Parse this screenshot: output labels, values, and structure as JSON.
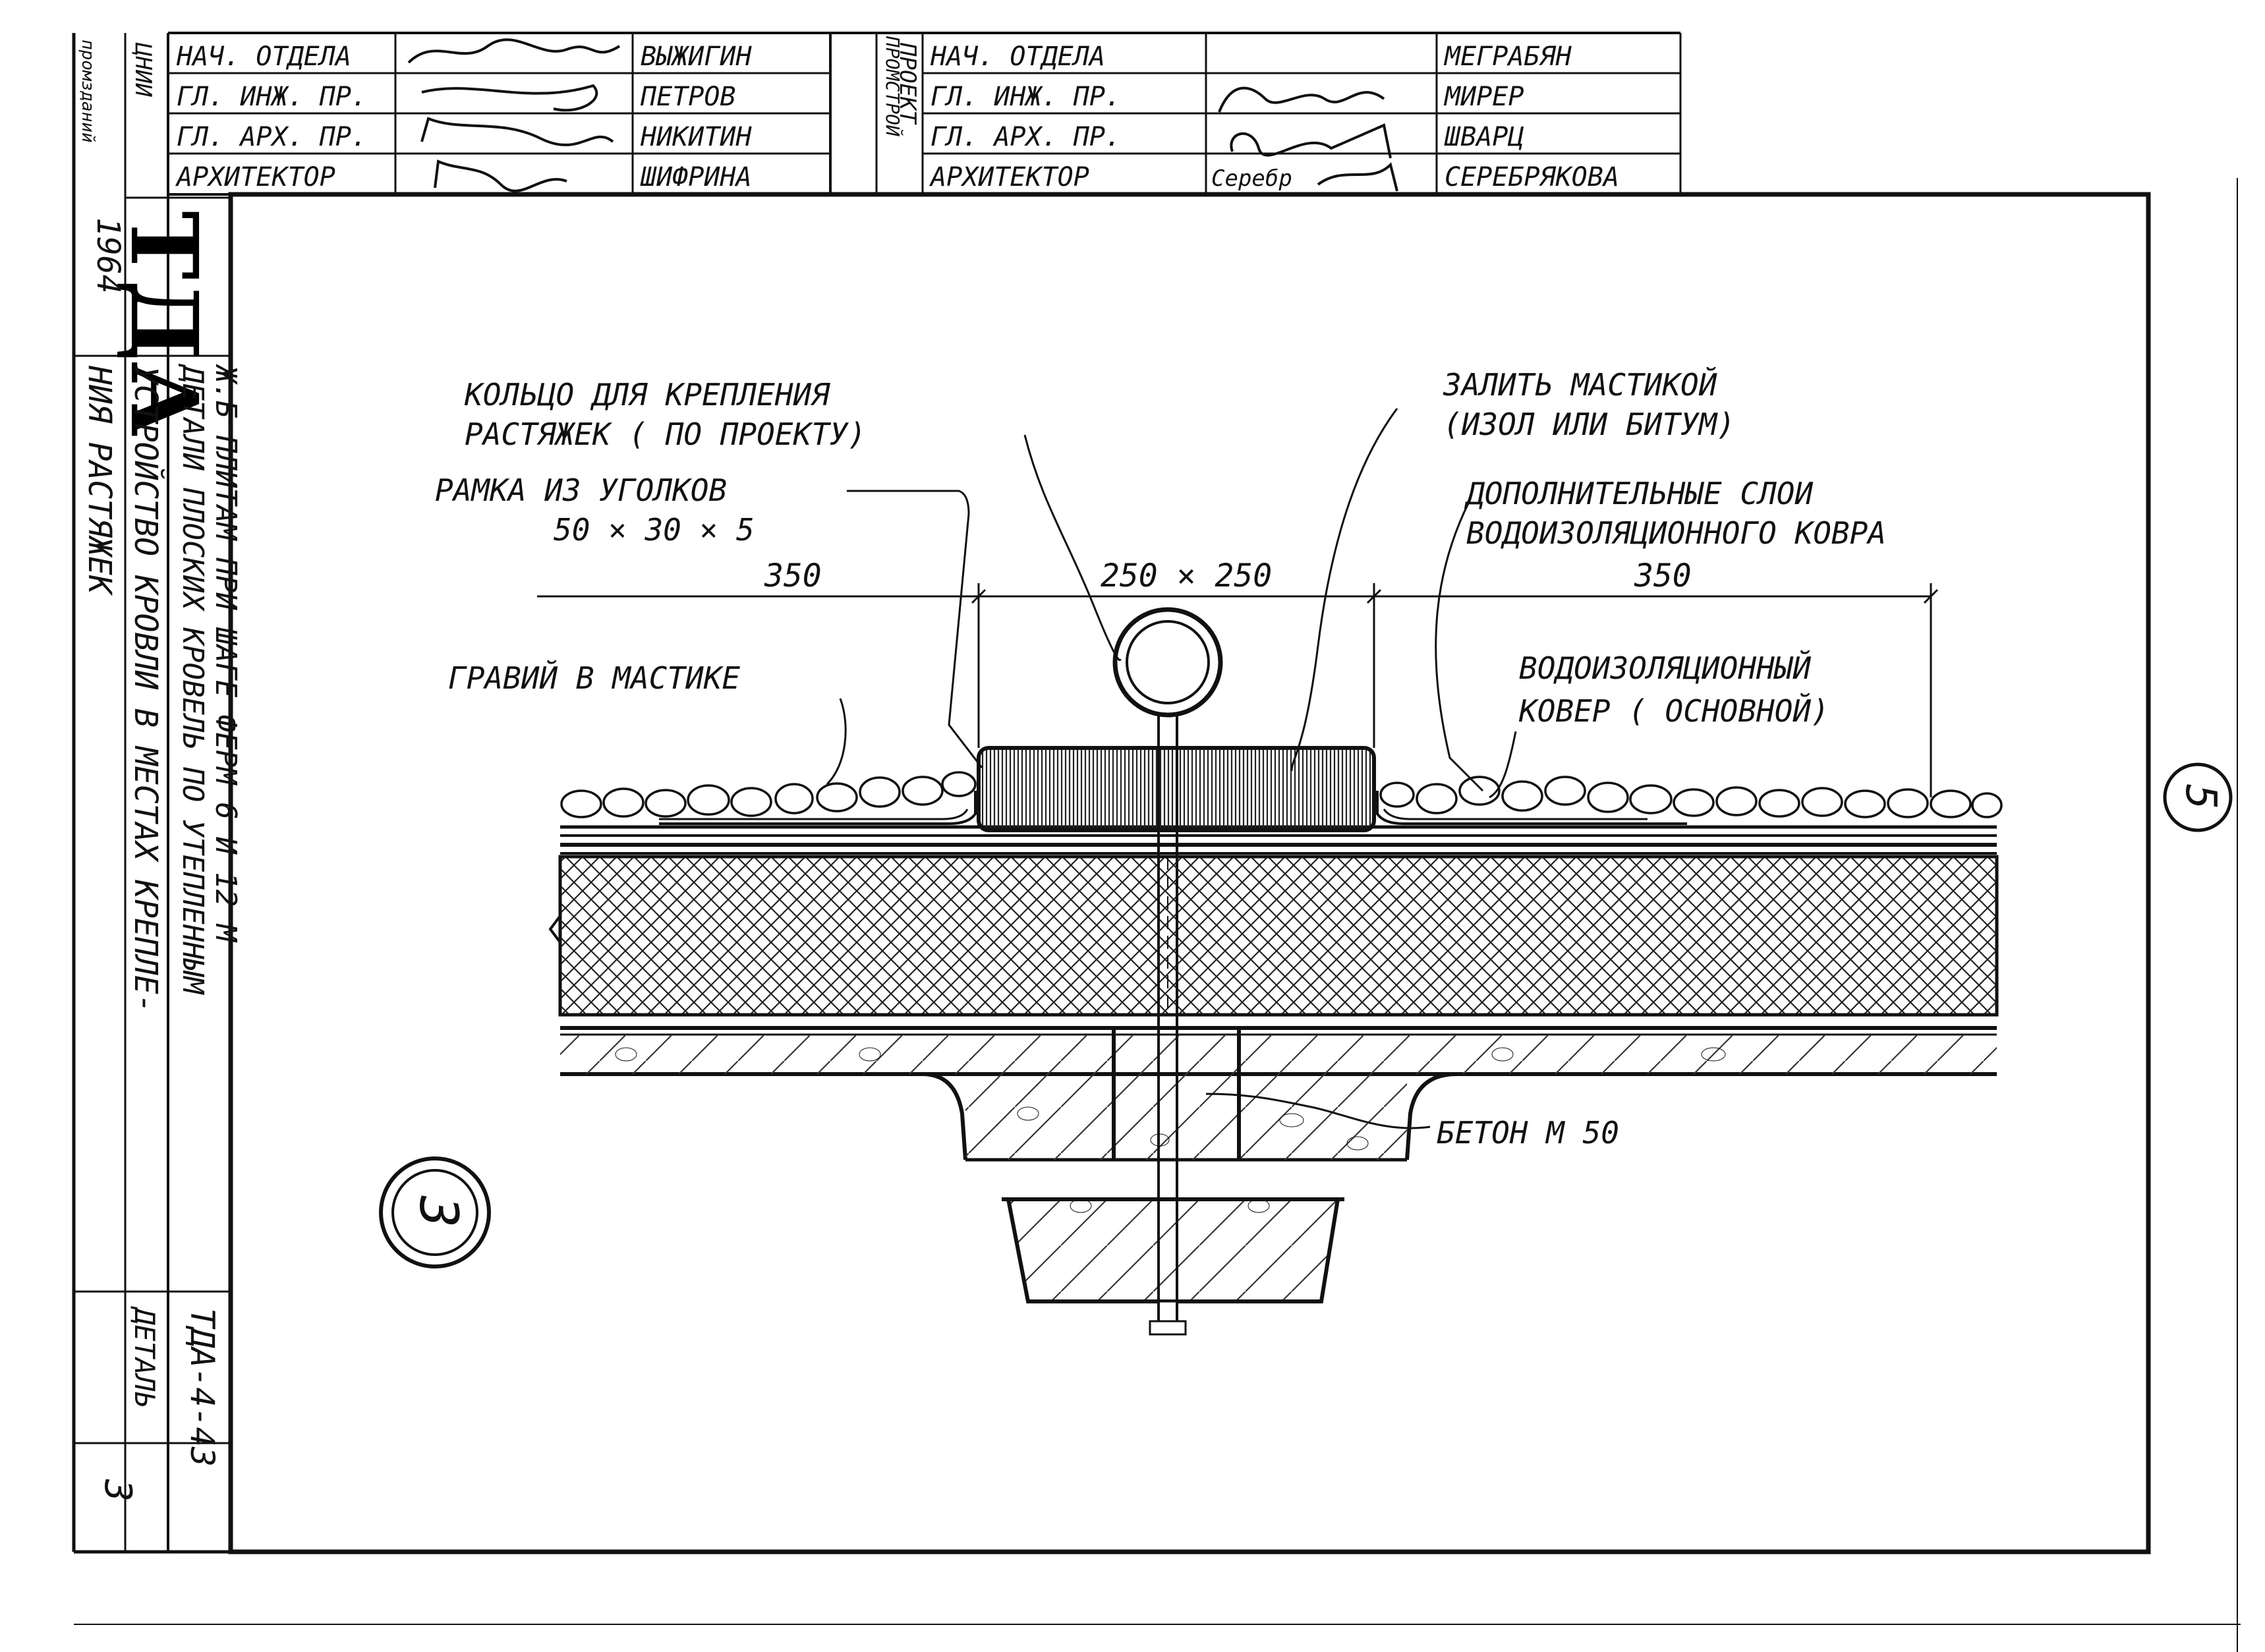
{
  "stamp_left": {
    "org_lines": [
      "ЦНИИ",
      "промзданий"
    ],
    "rows": [
      {
        "role": "НАЧ. ОТДЕЛА",
        "name": "ВЫЖИГИН"
      },
      {
        "role": "ГЛ. ИНЖ. ПР.",
        "name": "ПЕТРОВ"
      },
      {
        "role": "ГЛ. АРХ. ПР.",
        "name": "НИКИТИН"
      },
      {
        "role": "АРХИТЕКТОР",
        "name": "ШИФРИНА"
      }
    ]
  },
  "stamp_right": {
    "org_lines": [
      "ПРОМСТРОЙ",
      "ПРОЕКТ"
    ],
    "rows": [
      {
        "role": "НАЧ. ОТДЕЛА",
        "name": "МЕГРАБЯН"
      },
      {
        "role": "ГЛ. ИНЖ. ПР.",
        "name": "МИРЕР"
      },
      {
        "role": "ГЛ. АРХ. ПР.",
        "name": "ШВАРЦ"
      },
      {
        "role": "АРХИТЕКТОР",
        "name": "СЕРЕБРЯКОВА"
      }
    ],
    "signature_text": "Серебр"
  },
  "side_strip": {
    "logo": "ТДА",
    "year": "1964",
    "org": "ЦНИИ промзданий",
    "title_line1": "ДЕТАЛИ ПЛОСКИХ КРОВЕЛЬ ПО УТЕПЛЕННЫМ",
    "title_line2": "Ж.Б ПЛИТАМ ПРИ ШАГЕ ФЕРМ 6 И 12 М",
    "subtitle_line1": "УСТРОЙСТВО КРОВЛИ В МЕСТАХ КРЕПЛЕ-",
    "subtitle_line2": "НИЯ РАСТЯЖЕК",
    "doc_code": "ТДА-4-43",
    "sheet_label": "ДЕТАЛЬ",
    "sheet_number": "3"
  },
  "labels": {
    "ring_l1": "КОЛЬЦО ДЛЯ КРЕПЛЕНИЯ",
    "ring_l2": "РАСТЯЖЕК ( ПО ПРОЕКТУ)",
    "frame_l1": "РАМКА ИЗ УГОЛКОВ",
    "frame_l2": "50 × 30 × 5",
    "mastic_l1": "ЗАЛИТЬ МАСТИКОЙ",
    "mastic_l2": "(ИЗОЛ ИЛИ БИТУМ)",
    "layers_l1": "ДОПОЛНИТЕЛЬНЫЕ СЛОИ",
    "layers_l2": "ВОДОИЗОЛЯЦИОННОГО КОВРА",
    "gravel": "ГРАВИЙ В МАСТИКЕ",
    "carpet_l1": "ВОДОИЗОЛЯЦИОННЫЙ",
    "carpet_l2": "КОВЕР ( ОСНОВНОЙ)",
    "concrete": "БЕТОН  М 50"
  },
  "dimensions": {
    "left": "350",
    "center": "250 × 250",
    "right": "350"
  },
  "markers": {
    "detail_number": "3",
    "sheet_ref": "5"
  }
}
